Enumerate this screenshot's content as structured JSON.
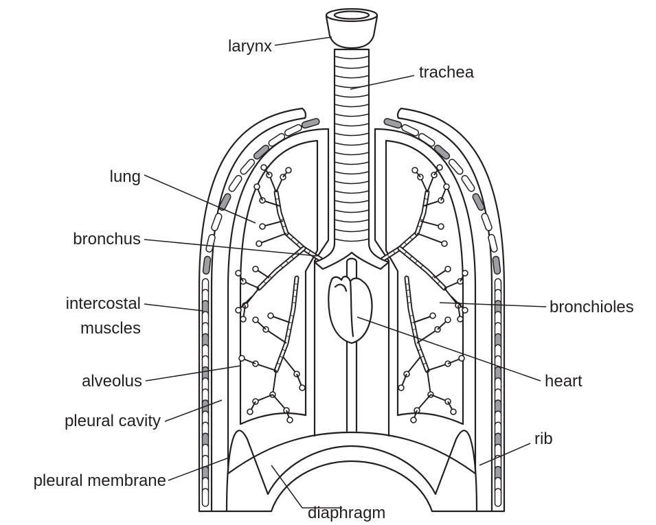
{
  "labels": {
    "larynx": "larynx",
    "trachea": "trachea",
    "lung": "lung",
    "bronchus": "bronchus",
    "intercostal_line1": "intercostal",
    "intercostal_line2": "muscles",
    "alveolus": "alveolus",
    "pleural_cavity": "pleural cavity",
    "pleural_membrane": "pleural membrane",
    "diaphragm": "diaphragm",
    "bronchioles": "bronchioles",
    "heart": "heart",
    "rib": "rib"
  },
  "colors": {
    "ink": "#231f20",
    "rib_fill": "#9d9fa2",
    "background": "#ffffff"
  }
}
